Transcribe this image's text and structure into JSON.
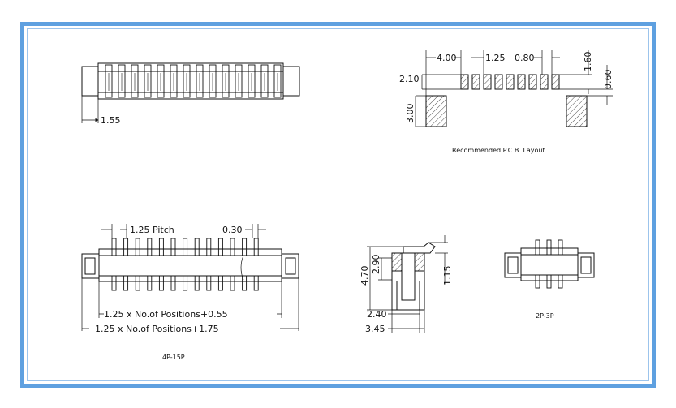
{
  "top_view": {
    "dim_side": "1.55"
  },
  "pcb_layout": {
    "dim_a": "4.00",
    "dim_pitch": "1.25",
    "dim_pad_w": "0.80",
    "dim_pad_h": "1.60",
    "dim_gap": "0.60",
    "dim_left_h": "2.10",
    "dim_big_h": "3.00",
    "caption": "Recommended  P.C.B.  Layout"
  },
  "front_view": {
    "pitch_label": "1.25  Pitch",
    "pin_w": "0.30",
    "formula_inner": "1.25  x  No.of  Positions+0.55",
    "formula_outer": "1.25  x  No.of  Positions+1.75",
    "caption": "4P-15P"
  },
  "side_view": {
    "height": "4.70",
    "inner": "2.90",
    "top": "1.15",
    "depth_inner": "2.40",
    "depth_outer": "3.45"
  },
  "small_view": {
    "caption": "2P-3P"
  },
  "colors": {
    "frame": "#5ea0e0",
    "ink": "#111111"
  }
}
